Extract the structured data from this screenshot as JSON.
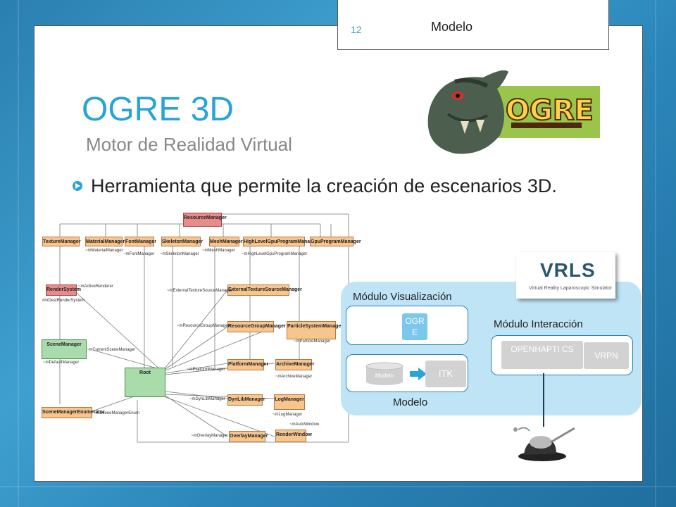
{
  "header": {
    "slide_number": "12",
    "section": "Modelo"
  },
  "title": "OGRE 3D",
  "subtitle": "Motor de Realidad Virtual",
  "bullet": "Herramienta que permite la creación de escenarios 3D.",
  "uml": {
    "classes": {
      "resource_manager": "ResourceManager",
      "texture_manager": "TextureManager",
      "material_manager": "MaterialManager",
      "font_manager": "FontManager",
      "skeleton_manager": "SkeletonManager",
      "mesh_manager": "MeshManager",
      "high_level_gpu": "HighLevelGpuProgramManager",
      "gpu_program": "GpuProgramManager",
      "render_system": "RenderSystem",
      "external_texture": "ExternalTextureSourceManager",
      "resource_group": "ResourceGroupManager",
      "particle_system": "ParticleSystemManager",
      "scene_manager": "SceneManager",
      "root": "Root",
      "platform_manager": "PlatformManager",
      "archive_manager": "ArchiveManager",
      "dynlib_manager": "DynLibManager",
      "log_manager": "LogManager",
      "scene_manager_enumerator": "SceneManagerEnumerator",
      "overlay_manager": "OverlayManager",
      "render_window": "RenderWindow"
    },
    "roles": {
      "material": "~mMaterialManager",
      "font": "~mFontManager",
      "skeleton": "~mSkeletonManager",
      "mesh": "~mMeshManager",
      "highlevel": "~mHighLevelGpuProgramManager",
      "active_renderer": "~mActiveRenderer",
      "dest_render": "#mDestRenderSystem",
      "external": "~mExternalTextureSourceManager",
      "resource_group": "~mResourceGroupManager",
      "particle": "~mParticleManager",
      "current_scene": "~mCurrentSceneManager",
      "default_manager": "~mDefaultManager",
      "platform": "~mPlatformManager",
      "archive": "~mArchiveManager",
      "dynlib": "~mDynLibManager",
      "log": "~mLogManager",
      "scene_enum": "~mSceneManagerEnum",
      "auto_window": "~mAutoWindow",
      "overlay": "~mOverlayManager"
    }
  },
  "architecture": {
    "logo_text": "VRLS",
    "logo_caption": "Virtual Reality Laparoscopic Simulator",
    "vis_label": "Módulo Visualización",
    "ogre_chip": "OGR E",
    "modelo_cyl": "Modelo",
    "itk_chip": "ITK",
    "modelo_label": "Modelo",
    "inter_label": "Módulo Interacción",
    "openhaptics_chip": "OPENHAPTI CS",
    "vrpn_chip": "VRPN"
  },
  "colors": {
    "accent": "#2aa3d6",
    "uml_class": "#f7c58e",
    "uml_highlight": "#e88b8b",
    "uml_root": "#a8dcab",
    "panel": "#bfe4f6"
  }
}
